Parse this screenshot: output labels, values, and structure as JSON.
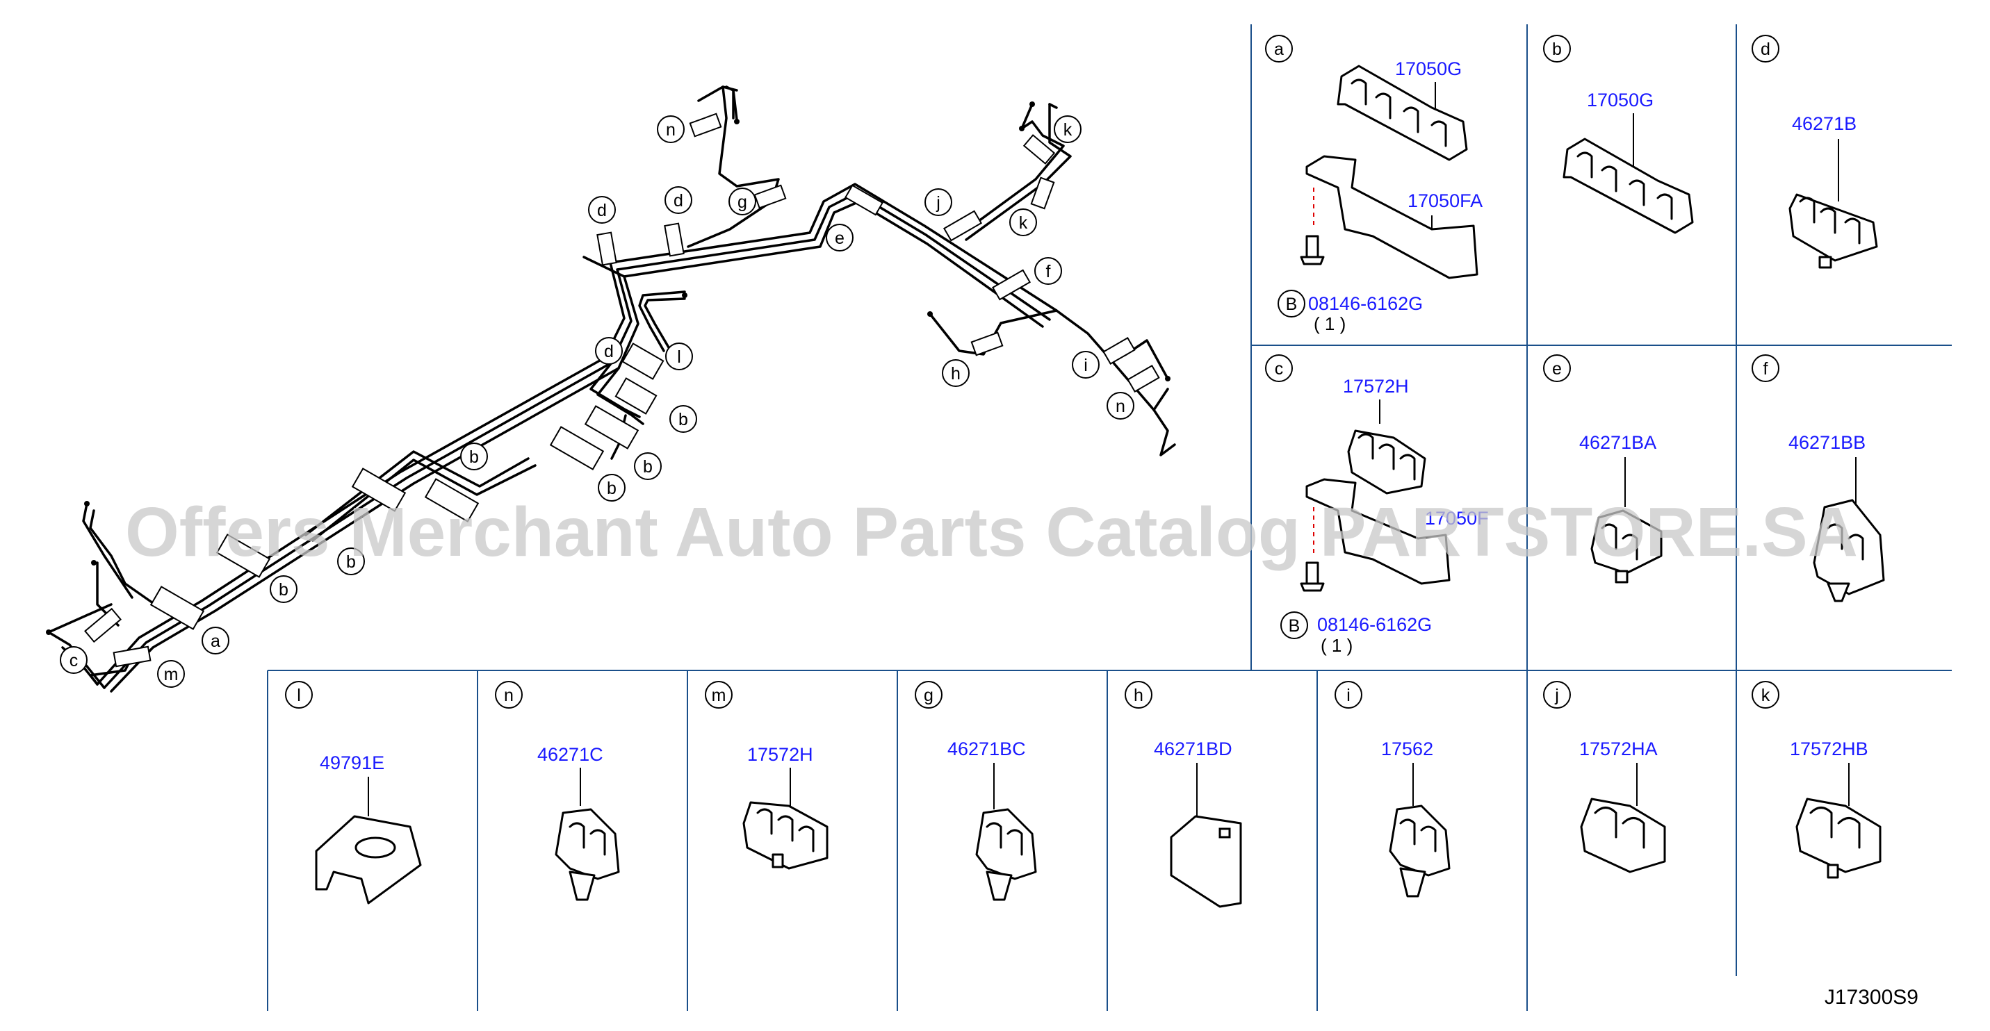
{
  "diagram": {
    "code": "J17300S9",
    "watermark": "Offers Merchant Auto Parts Catalog PARTSTORE.SA",
    "callouts": [
      {
        "id": "n1",
        "letter": "n"
      },
      {
        "id": "g",
        "letter": "g"
      },
      {
        "id": "d1",
        "letter": "d"
      },
      {
        "id": "d2",
        "letter": "d"
      },
      {
        "id": "e",
        "letter": "e"
      },
      {
        "id": "j",
        "letter": "j"
      },
      {
        "id": "k1",
        "letter": "k"
      },
      {
        "id": "k2",
        "letter": "k"
      },
      {
        "id": "f",
        "letter": "f"
      },
      {
        "id": "d3",
        "letter": "d"
      },
      {
        "id": "l",
        "letter": "l"
      },
      {
        "id": "b1",
        "letter": "b"
      },
      {
        "id": "h",
        "letter": "h"
      },
      {
        "id": "i",
        "letter": "i"
      },
      {
        "id": "n2",
        "letter": "n"
      },
      {
        "id": "b2",
        "letter": "b"
      },
      {
        "id": "b3",
        "letter": "b"
      },
      {
        "id": "b4",
        "letter": "b"
      },
      {
        "id": "b5",
        "letter": "b"
      },
      {
        "id": "b6",
        "letter": "b"
      },
      {
        "id": "a",
        "letter": "a"
      },
      {
        "id": "c",
        "letter": "c"
      },
      {
        "id": "m",
        "letter": "m"
      }
    ],
    "panels": [
      {
        "id": "a",
        "letter": "a",
        "parts": [
          "17050G",
          "17050FA"
        ],
        "bolt": "08146-6162G",
        "bolt_letter": "B",
        "qty": "( 1 )"
      },
      {
        "id": "b",
        "letter": "b",
        "parts": [
          "17050G"
        ]
      },
      {
        "id": "d",
        "letter": "d",
        "parts": [
          "46271B"
        ]
      },
      {
        "id": "c",
        "letter": "c",
        "parts": [
          "17572H",
          "17050F"
        ],
        "bolt": "08146-6162G",
        "bolt_letter": "B",
        "qty": "( 1 )"
      },
      {
        "id": "e",
        "letter": "e",
        "parts": [
          "46271BA"
        ]
      },
      {
        "id": "f",
        "letter": "f",
        "parts": [
          "46271BB"
        ]
      },
      {
        "id": "l",
        "letter": "l",
        "parts": [
          "49791E"
        ]
      },
      {
        "id": "n",
        "letter": "n",
        "parts": [
          "46271C"
        ]
      },
      {
        "id": "m",
        "letter": "m",
        "parts": [
          "17572H"
        ]
      },
      {
        "id": "g",
        "letter": "g",
        "parts": [
          "46271BC"
        ]
      },
      {
        "id": "h",
        "letter": "h",
        "parts": [
          "46271BD"
        ]
      },
      {
        "id": "i",
        "letter": "i",
        "parts": [
          "17562"
        ]
      },
      {
        "id": "j",
        "letter": "j",
        "parts": [
          "17572HA"
        ]
      },
      {
        "id": "k",
        "letter": "k",
        "parts": [
          "17572HB"
        ]
      }
    ]
  }
}
